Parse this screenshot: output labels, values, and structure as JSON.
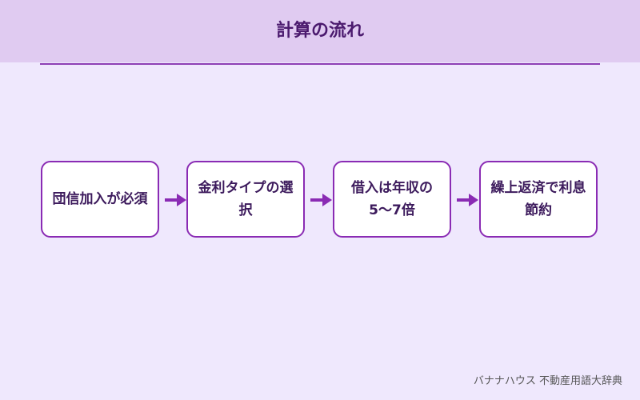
{
  "header": {
    "title": "計算の流れ"
  },
  "steps": [
    {
      "label": "団信加入が必須"
    },
    {
      "label": "金利タイプの選択"
    },
    {
      "label": "借入は年収の5〜7倍"
    },
    {
      "label": "繰上返済で利息節約"
    }
  ],
  "footer": {
    "credit": "バナナハウス 不動産用語大辞典"
  },
  "colors": {
    "background": "#efe8fd",
    "header_band": "#e0cbf1",
    "accent": "#8a2bb4",
    "title_text": "#4b1a6e",
    "box_fill": "#ffffff"
  }
}
